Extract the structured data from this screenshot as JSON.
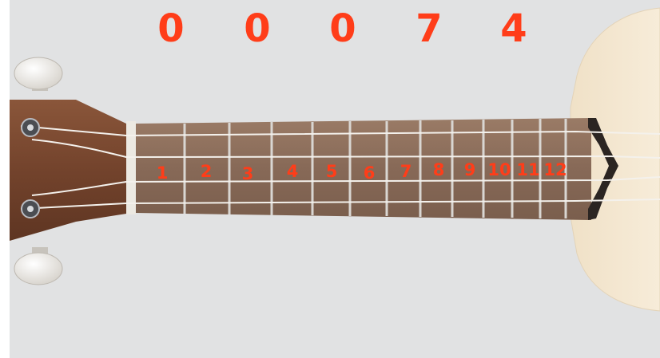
{
  "tab_digits": [
    "0",
    "0",
    "0",
    "7",
    "4"
  ],
  "fret_numbers": [
    "1",
    "2",
    "3",
    "4",
    "5",
    "6",
    "7",
    "8",
    "9",
    "10",
    "11",
    "12"
  ],
  "colors": {
    "accent": "#ff3d19",
    "background": "#e1e2e3",
    "fretboard": "#8b6d5a",
    "headstock": "#7b4a31",
    "body": "#f3e6cf",
    "fret_wire": "#d9d6d2",
    "string": "#f4f1ec",
    "binding": "#2b2522"
  },
  "icons": [
    "tuning-peg-icon",
    "tuning-post-icon"
  ]
}
